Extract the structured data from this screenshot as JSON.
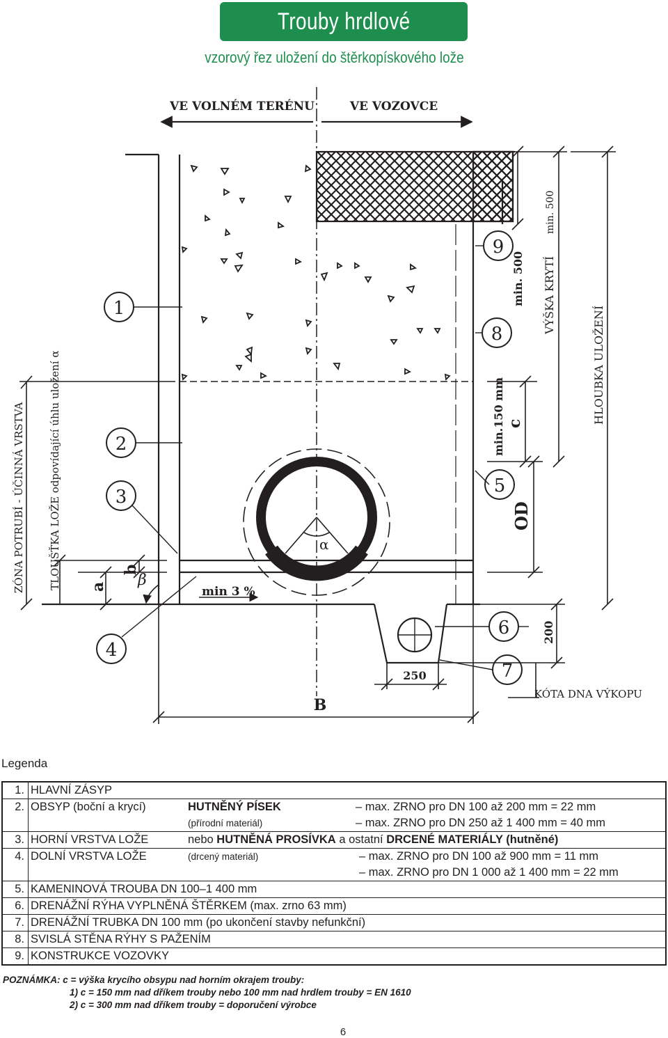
{
  "header": {
    "title": "Trouby hrdlové",
    "subtitle": "vzorový řez uložení do štěrkopískového lože"
  },
  "diagram": {
    "top_left_label": "VE VOLNÉM TERÉNU",
    "top_right_label": "VE VOZOVCE",
    "left_label_outer": "ZÓNA POTRUBÍ - ÚČINNÁ VRSTVA",
    "left_label_inner": "TLOUŠŤKA LOŽE odpovídající úhlu uložení α",
    "dim_a": "a",
    "dim_b": "b",
    "beta": "β",
    "slope": "min 3 %",
    "alpha": "α",
    "min150": "min.150 mm",
    "dim_c": "c",
    "min500": "min. 500",
    "cover_depth": "VÝŠKA KRYTÍ",
    "cover_min": "min. 500",
    "laying_depth": "HLOUBKA ULOŽENÍ",
    "dim_od": "OD",
    "dim_200": "200",
    "dim_250": "250",
    "dim_B": "B",
    "trench_bottom": "KÓTA DNA VÝKOPU",
    "markers": [
      "1",
      "2",
      "3",
      "4",
      "5",
      "6",
      "7",
      "8",
      "9"
    ]
  },
  "legend": {
    "title": "Legenda",
    "rows": [
      {
        "num": "1.",
        "item": "HLAVNÍ ZÁSYP"
      },
      {
        "num": "2.",
        "item": "OBSYP (boční a krycí)",
        "material": "HUTNĚNÝ PÍSEK",
        "spec": "– max. ZRNO pro DN 100 až 200 mm = 22 mm"
      },
      {
        "num": "",
        "item": "",
        "material_note": "(přírodní materiál)",
        "spec": "– max. ZRNO pro DN 250 až 1 400 mm = 40 mm"
      },
      {
        "num": "3.",
        "item": "HORNÍ VRSTVA LOŽE",
        "or_prefix": "nebo ",
        "material": "HUTNĚNÁ PROSÍVKA",
        "mid": " a ostatní ",
        "material2": "DRCENÉ MATERIÁLY (hutněné)"
      },
      {
        "num": "4.",
        "item": "DOLNÍ VRSTVA LOŽE",
        "material_note": "(drcený materiál)",
        "spec": "– max. ZRNO pro DN 100 až 900 mm = 11 mm"
      },
      {
        "num": "",
        "item": "",
        "spec": "– max. ZRNO pro DN 1 000 až 1 400 mm = 22 mm"
      },
      {
        "num": "5.",
        "item": "KAMENINOVÁ TROUBA DN 100–1 400 mm"
      },
      {
        "num": "6.",
        "item": "DRENÁŽNÍ RÝHA VYPLNĚNÁ ŠTĚRKEM (max. zrno 63 mm)"
      },
      {
        "num": "7.",
        "item": "DRENÁŽNÍ TRUBKA DN 100 mm (po ukončení stavby nefunkční)"
      },
      {
        "num": "8.",
        "item": "SVISLÁ STĚNA RÝHY S PAŽENÍM"
      },
      {
        "num": "9.",
        "item": "KONSTRUKCE VOZOVKY"
      }
    ]
  },
  "note": {
    "line1": "POZNÁMKA: c = výška krycího obsypu nad horním okrajem trouby:",
    "line2": "1) c = 150 mm nad dříkem trouby nebo 100 mm nad hrdlem trouby = EN 1610",
    "line3": "2) c = 300 mm nad dříkem trouby = doporučení výrobce"
  },
  "page_number": "6",
  "colors": {
    "brand_green": "#1e8e4e",
    "ink": "#231f20"
  }
}
